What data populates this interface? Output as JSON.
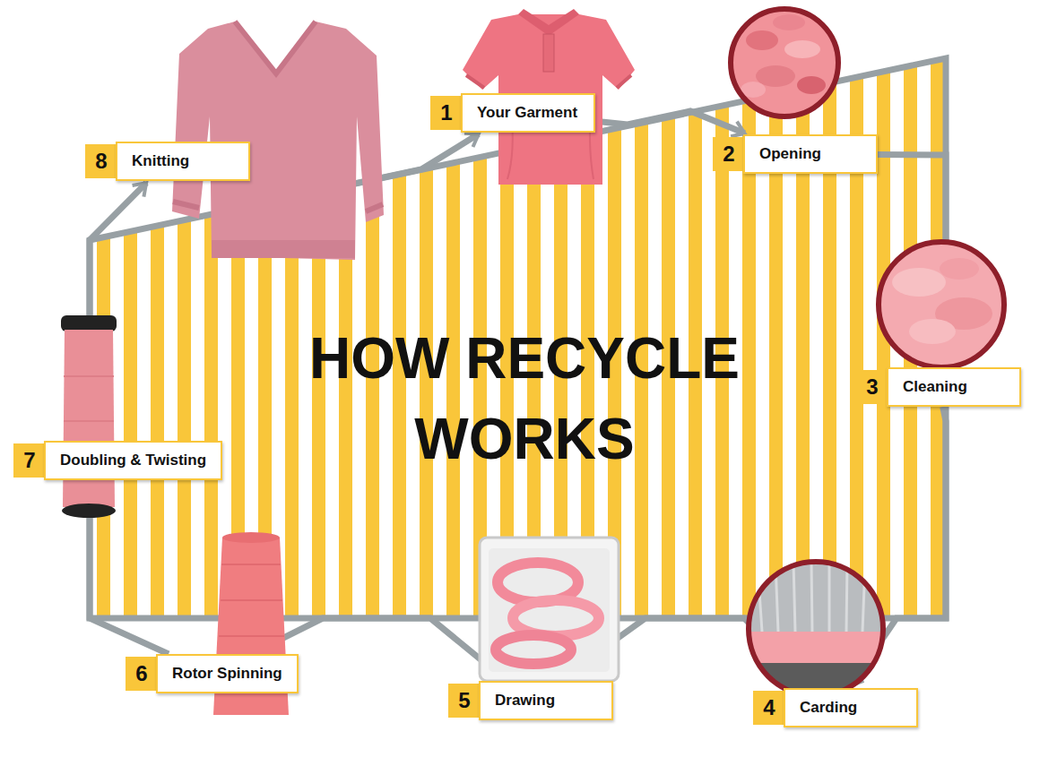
{
  "diagram": {
    "title": "HOW RECYCLE WORKS",
    "nodes": [
      {
        "text": [
          "1",
          "Your Garment"
        ]
      },
      {
        "text": [
          "2",
          "Opening"
        ]
      },
      {
        "text": [
          "3",
          "Cleaning"
        ]
      },
      {
        "text": [
          "4",
          "Carding"
        ]
      },
      {
        "text": [
          "5",
          "Drawing"
        ]
      },
      {
        "text": [
          "6",
          "Rotor Spinning"
        ]
      },
      {
        "text": [
          "7",
          "Doubling & Twisting"
        ]
      },
      {
        "text": [
          "8",
          "Knitting"
        ]
      }
    ],
    "edges": [
      {
        "from": 0,
        "to": 1,
        "arrow": "to"
      },
      {
        "from": 1,
        "to": 2,
        "arrow": "to"
      },
      {
        "from": 2,
        "to": 3,
        "arrow": "to"
      },
      {
        "from": 3,
        "to": 4,
        "arrow": "to"
      },
      {
        "from": 4,
        "to": 5,
        "arrow": "to"
      },
      {
        "from": 5,
        "to": 6,
        "arrow": "to"
      },
      {
        "from": 6,
        "to": 7,
        "arrow": "to"
      },
      {
        "from": 7,
        "to": 0,
        "arrow": "to"
      }
    ]
  }
}
